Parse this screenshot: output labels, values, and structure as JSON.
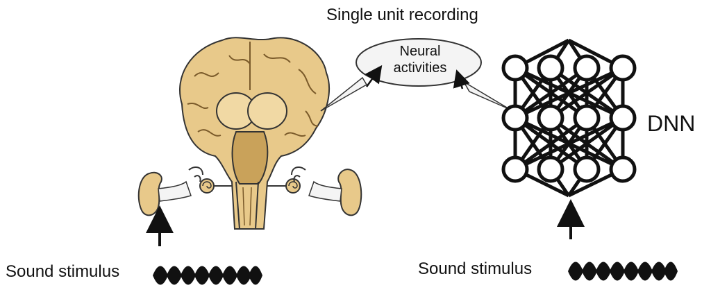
{
  "title": "Single unit recording",
  "bubble": {
    "line1": "Neural",
    "line2": "activities"
  },
  "dnn_label": "DNN",
  "left_stimulus_label": "Sound stimulus",
  "right_stimulus_label": "Sound stimulus",
  "colors": {
    "brain_fill": "#e8c98a",
    "brain_dark": "#c9a25a",
    "outline": "#222222",
    "bubble_fill": "#f4f4f4"
  }
}
